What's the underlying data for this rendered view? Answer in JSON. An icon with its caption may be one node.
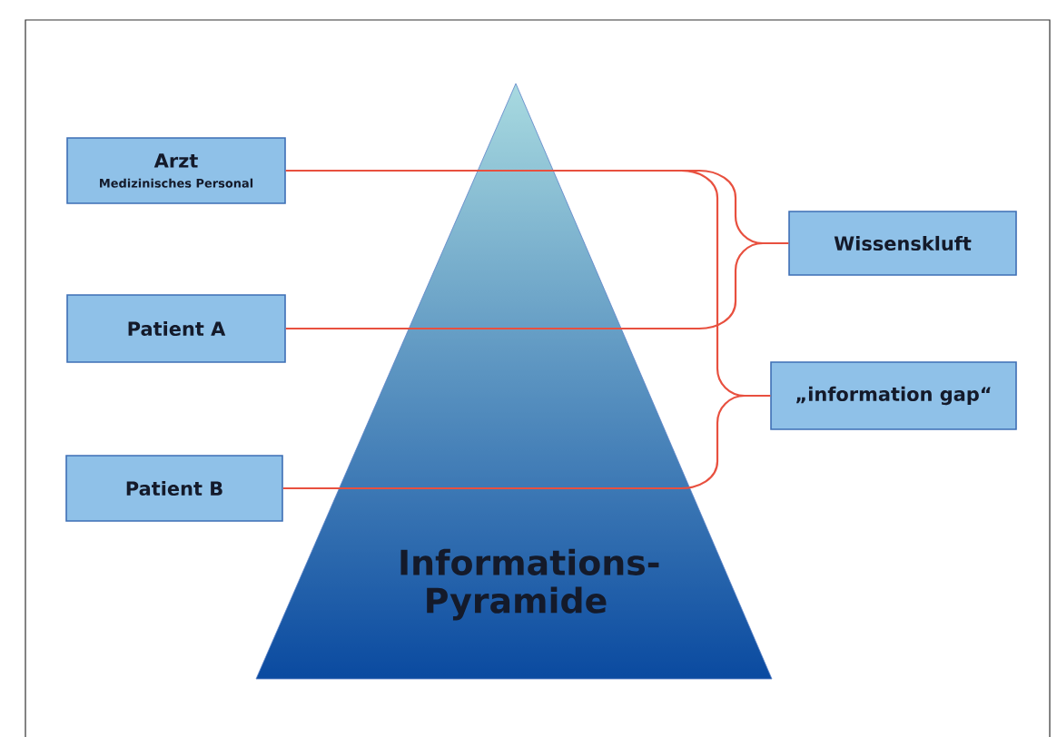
{
  "diagram": {
    "nodes": [
      {
        "text": [
          "Arzt",
          "Medizinisches Personal"
        ]
      },
      {
        "text": [
          "Patient A"
        ]
      },
      {
        "text": [
          "Patient B"
        ]
      },
      {
        "text": [
          "Wissenskluft"
        ]
      },
      {
        "text": [
          "„information gap“"
        ]
      },
      {
        "text": [
          "Informations- Pyramide"
        ]
      }
    ],
    "edges": [
      {
        "from": 0,
        "to": 3,
        "arrow": "none",
        "color": "#e8503f"
      },
      {
        "from": 1,
        "to": 3,
        "arrow": "none",
        "color": "#e8503f"
      },
      {
        "from": 0,
        "to": 4,
        "arrow": "none",
        "color": "#e8503f"
      },
      {
        "from": 2,
        "to": 4,
        "arrow": "none",
        "color": "#e8503f"
      }
    ]
  }
}
